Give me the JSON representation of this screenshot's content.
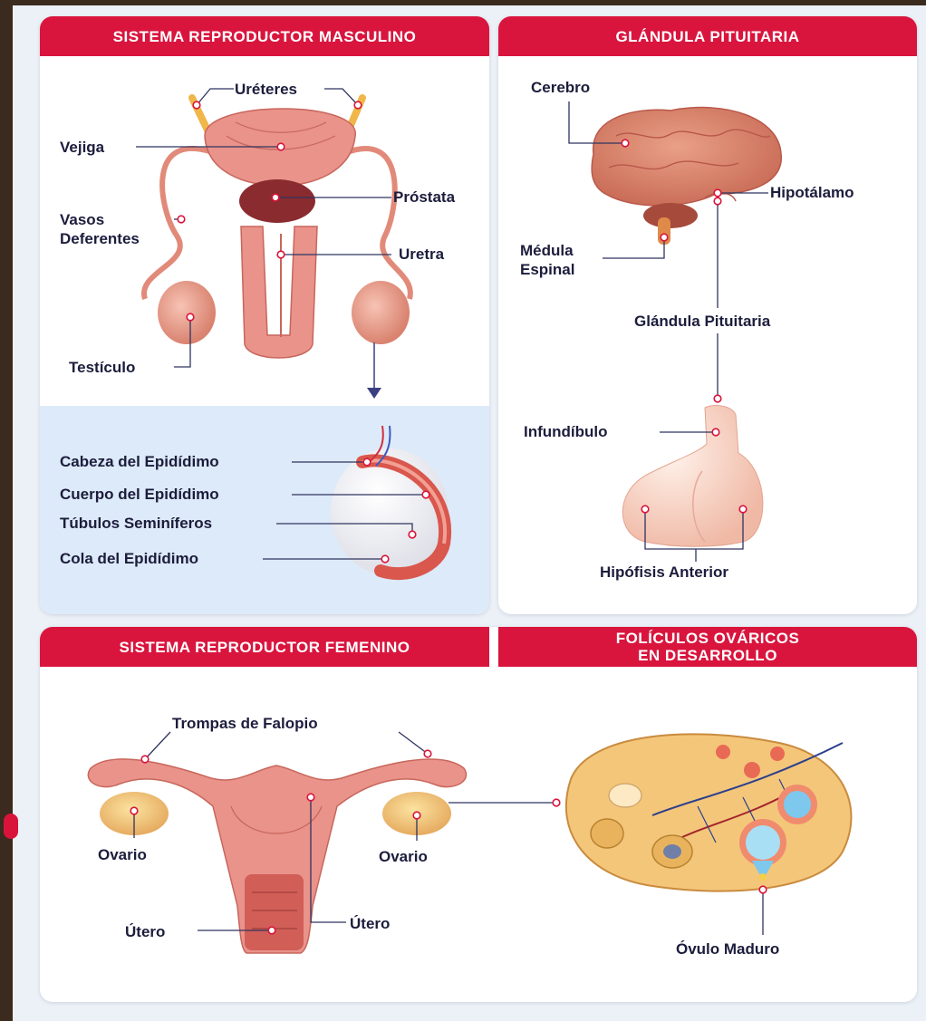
{
  "panels": {
    "male": {
      "title": "SISTEMA REPRODUCTOR MASCULINO",
      "labels": {
        "ureteres": "Uréteres",
        "vejiga": "Vejiga",
        "vasos": "Vasos\nDeferentes",
        "prostata": "Próstata",
        "uretra": "Uretra",
        "testiculo": "Testículo",
        "cabeza": "Cabeza del Epidídimo",
        "cuerpo": "Cuerpo del Epidídimo",
        "tubulos": "Túbulos Seminíferos",
        "cola": "Cola del Epidídimo"
      }
    },
    "pituitary": {
      "title": "GLÁNDULA PITUITARIA",
      "labels": {
        "cerebro": "Cerebro",
        "hipotalamo": "Hipotálamo",
        "medula": "Médula\nEspinal",
        "glandula": "Glándula Pituitaria",
        "infundibulo": "Infundíbulo",
        "hipofisis": "Hipófisis Anterior"
      }
    },
    "female": {
      "title": "SISTEMA REPRODUCTOR FEMENINO",
      "labels": {
        "trompas": "Trompas de Falopio",
        "ovario_left": "Ovario",
        "ovario_right": "Ovario",
        "utero_left": "Útero",
        "utero_right": "Útero"
      }
    },
    "follicles": {
      "title": "FOLÍCULOS OVÁRICOS\nEN DESARROLLO",
      "labels": {
        "ovulo": "Óvulo Maduro"
      }
    }
  },
  "colors": {
    "header": "#d9153e",
    "label_text": "#1c1d3c",
    "pin": "#d9143b",
    "tissue": "#e9938a",
    "panel_tint": "#ddeaf9"
  }
}
